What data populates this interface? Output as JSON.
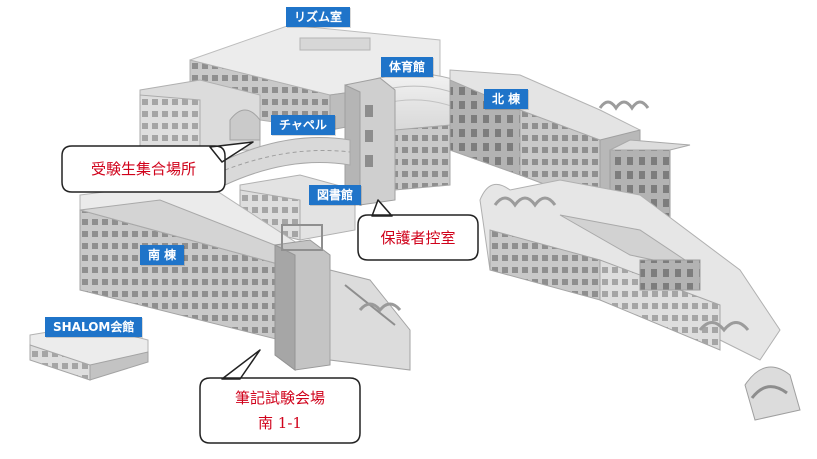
{
  "building_labels": {
    "rhythm_room": "リズム室",
    "gymnasium": "体育館",
    "north_wing": "北 棟",
    "chapel": "チャペル",
    "library": "図書館",
    "south_wing": "南 棟",
    "shalom_hall": "SHALOM会館"
  },
  "callouts": {
    "assembly_place": "受験生集合場所",
    "guardian_waiting_room": "保護者控室",
    "exam_venue_line1": "筆記試験会場",
    "exam_venue_line2": "南 1-1"
  },
  "colors": {
    "label_bg": "#1f74c9",
    "callout_text": "#d0021b",
    "building_light": "#e6e6e6",
    "building_mid": "#c8c8c8",
    "building_dark": "#a9a9a9"
  }
}
